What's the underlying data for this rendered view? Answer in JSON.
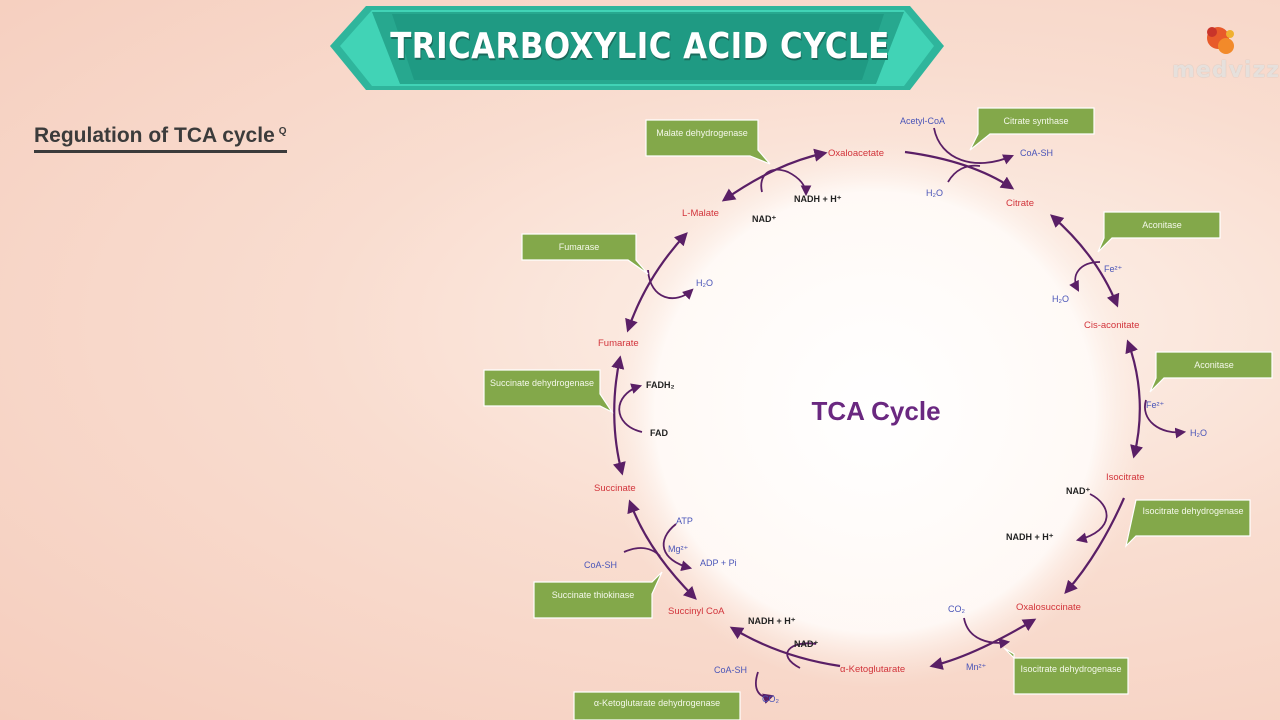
{
  "header": {
    "title": "TRICARBOXYLIC ACID CYCLE",
    "brand": "medvizz"
  },
  "section": {
    "heading": "Regulation of TCA cycle",
    "marker": "Q"
  },
  "diagram": {
    "center_label": "TCA Cycle",
    "metabolites": {
      "oxaloacetate": "Oxaloacetate",
      "citrate": "Citrate",
      "cis_aconitate": "Cis-aconitate",
      "isocitrate": "Isocitrate",
      "oxalosuccinate": "Oxalosuccinate",
      "alpha_ketoglutarate": "α-Ketoglutarate",
      "succinyl_coa": "Succinyl CoA",
      "succinate": "Succinate",
      "fumarate": "Fumarate",
      "l_malate": "L-Malate"
    },
    "enzymes": {
      "citrate_synthase": "Citrate synthase",
      "aconitase_1": "Aconitase",
      "aconitase_2": "Aconitase",
      "isocitrate_dh": "Isocitrate dehydrogenase",
      "isocitrate_dh_2": "Isocitrate dehydrogenase",
      "alpha_kg_dh": "α-Ketoglutarate dehydrogenase",
      "succinate_thiokinase": "Succinate thiokinase",
      "succinate_dh": "Succinate dehydrogenase",
      "fumarase": "Fumarase",
      "malate_dh": "Malate dehydrogenase"
    },
    "cofactors": {
      "acetyl_coa": "Acetyl-CoA",
      "coa_sh_1": "CoA-SH",
      "h2o_1": "H₂O",
      "fe_1": "Fe²⁺",
      "h2o_2": "H₂O",
      "fe_2": "Fe²⁺",
      "h2o_3": "H₂O",
      "nad_1": "NAD⁺",
      "nadh_1": "NADH + H⁺",
      "co2_1": "CO₂",
      "mn": "Mn²⁺",
      "nad_2": "NAD⁺",
      "nadh_2": "NADH + H⁺",
      "coa_sh_2": "CoA-SH",
      "co2_2": "CO₂",
      "atp": "ATP",
      "mg": "Mg²⁺",
      "adp": "ADP + Pi",
      "coa_sh_3": "CoA-SH",
      "fadh2": "FADH₂",
      "fad": "FAD",
      "h2o_4": "H₂O",
      "nad_3": "NAD⁺",
      "nadh_3": "NADH + H⁺"
    }
  }
}
